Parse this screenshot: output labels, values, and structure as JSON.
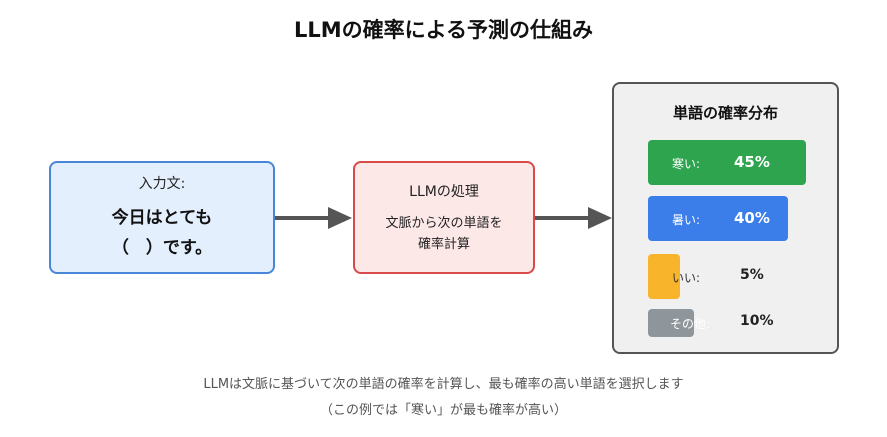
{
  "title": "LLMの確率による予測の仕組み",
  "input": {
    "label": "入力文:",
    "line1": "今日はとても",
    "line2": "（　）です。"
  },
  "process": {
    "label": "LLMの処理",
    "line1": "文脈から次の単語を",
    "line2": "確率計算"
  },
  "distribution": {
    "title": "単語の確率分布",
    "items": [
      {
        "label": "寒い:",
        "value": "45%",
        "fraction": 0.45,
        "color": "#2fa44f"
      },
      {
        "label": "暑い:",
        "value": "40%",
        "fraction": 0.4,
        "color": "#3b7de9"
      },
      {
        "label": "いい:",
        "value": "5%",
        "fraction": 0.05,
        "color": "#f8b42a"
      },
      {
        "label": "その他:",
        "value": "10%",
        "fraction": 0.1,
        "color": "#8e959b"
      }
    ]
  },
  "caption": {
    "line1": "LLMは文脈に基づいて次の単語の確率を計算し、最も確率の高い単語を選択します",
    "line2": "（この例では「寒い」が最も確率が高い）"
  }
}
